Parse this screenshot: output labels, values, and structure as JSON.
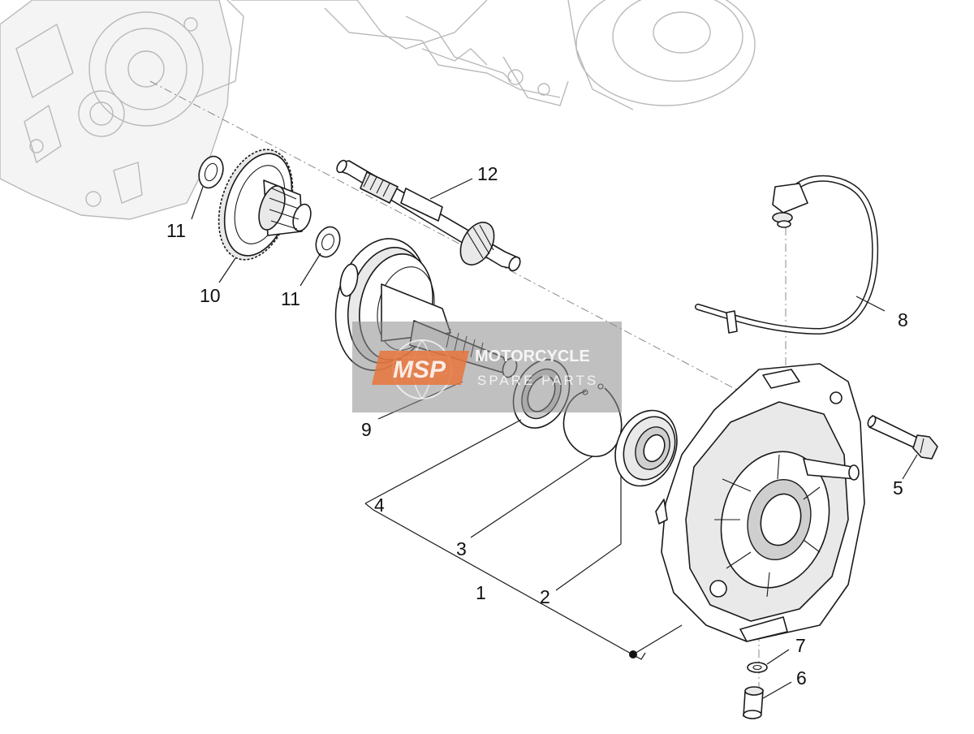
{
  "callouts": {
    "c1": "1",
    "c2": "2",
    "c3": "3",
    "c4": "4",
    "c5": "5",
    "c6": "6",
    "c7": "7",
    "c8": "8",
    "c9": "9",
    "c10": "10",
    "c11a": "11",
    "c11b": "11",
    "c12": "12"
  },
  "watermark": {
    "logo": "MSP",
    "line1": "MOTORCYCLE",
    "line2": "SPARE PARTS"
  },
  "colors": {
    "line": "#1a1a1a",
    "ghost": "#b9b9b9",
    "watermark_logo": "#e8743b"
  }
}
